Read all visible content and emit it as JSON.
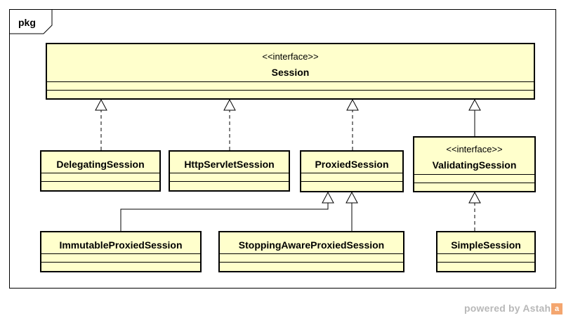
{
  "package": {
    "label": "pkg"
  },
  "classes": {
    "session": {
      "stereotype": "<<interface>>",
      "name": "Session"
    },
    "delegating_session": {
      "name": "DelegatingSession"
    },
    "http_servlet_session": {
      "name": "HttpServletSession"
    },
    "proxied_session": {
      "name": "ProxiedSession"
    },
    "validating_session": {
      "stereotype": "<<interface>>",
      "name": "ValidatingSession"
    },
    "immutable_proxied_session": {
      "name": "ImmutableProxiedSession"
    },
    "stopping_aware_proxied_session": {
      "name": "StoppingAwareProxiedSession"
    },
    "simple_session": {
      "name": "SimpleSession"
    }
  },
  "relationships": [
    {
      "from": "DelegatingSession",
      "to": "Session",
      "kind": "realization"
    },
    {
      "from": "HttpServletSession",
      "to": "Session",
      "kind": "realization"
    },
    {
      "from": "ProxiedSession",
      "to": "Session",
      "kind": "realization"
    },
    {
      "from": "ValidatingSession",
      "to": "Session",
      "kind": "generalization"
    },
    {
      "from": "ImmutableProxiedSession",
      "to": "ProxiedSession",
      "kind": "generalization"
    },
    {
      "from": "StoppingAwareProxiedSession",
      "to": "ProxiedSession",
      "kind": "generalization"
    },
    {
      "from": "SimpleSession",
      "to": "ValidatingSession",
      "kind": "realization"
    }
  ],
  "branding": {
    "text": "powered by Astah",
    "logo": "a"
  }
}
